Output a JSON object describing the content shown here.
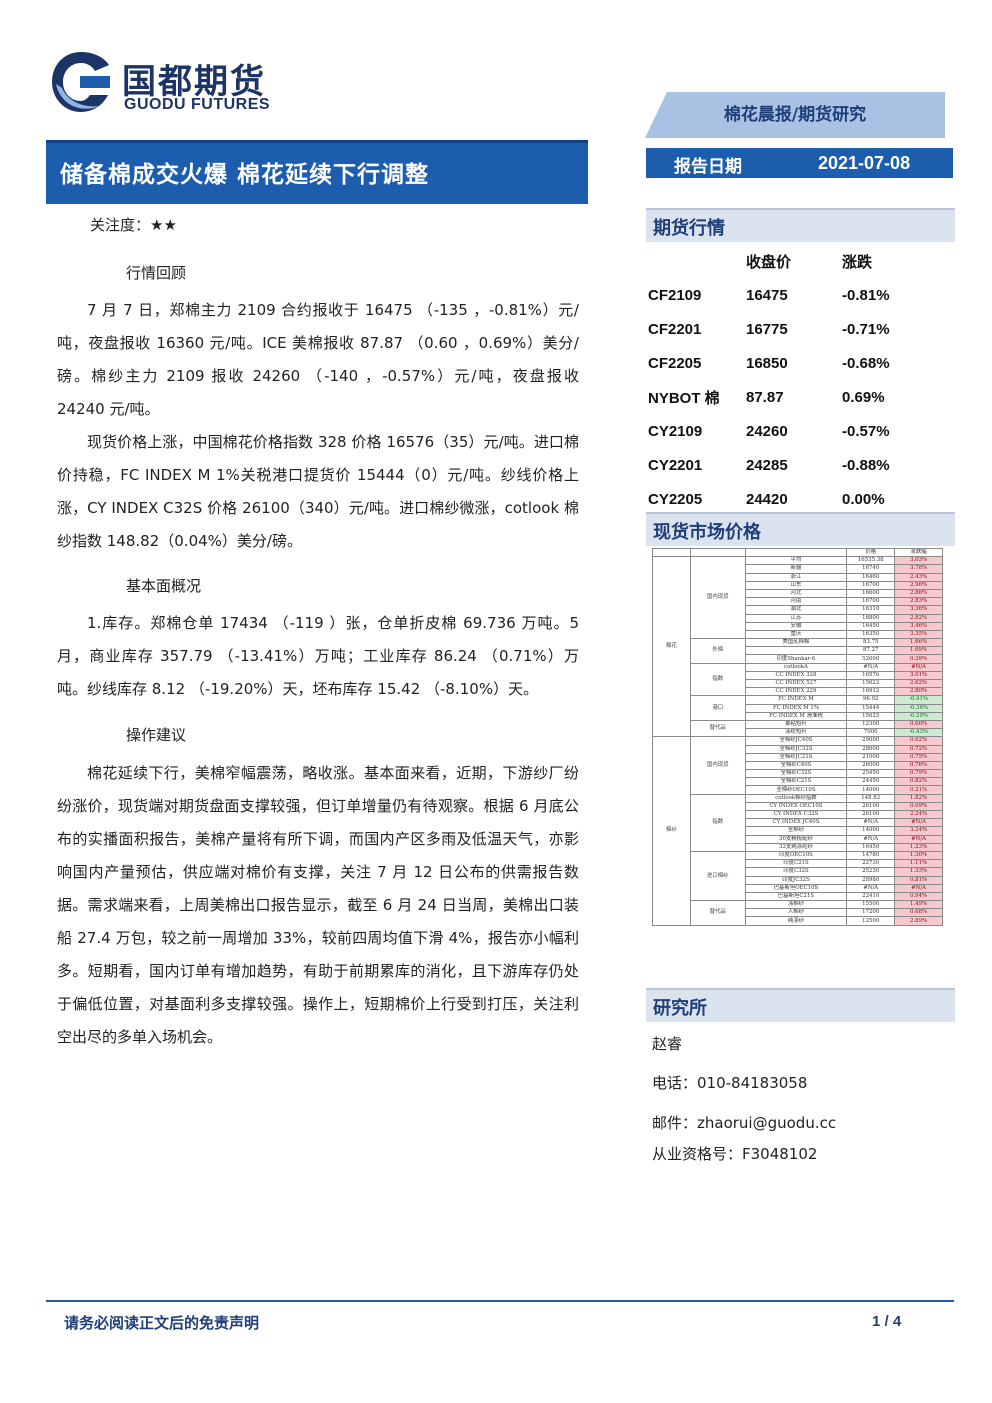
{
  "header": {
    "logo_cn": "国都期货",
    "logo_en": "GUODU FUTURES",
    "category": "棉花晨报/期货研究",
    "title": "储备棉成交火爆 棉花延续下行调整",
    "date_label": "报告日期",
    "date_value": "2021-07-08"
  },
  "colors": {
    "brand_blue": "#1d5dae",
    "light_blue_banner": "#a9c1e3",
    "pos_fill": "#f6c9cf",
    "neg_fill": "#cdebd1"
  },
  "body": {
    "attention": "关注度：★★",
    "market_review": {
      "heading": "行情回顾",
      "paragraphs": [
        "7 月 7 日，郑棉主力 2109 合约报收于 16475 （-135 ，-0.81%）元/吨，夜盘报收 16360 元/吨。ICE 美棉报收 87.87 （0.60 ，0.69%）美分/磅。棉纱主力 2109 报收 24260 （-140 ，-0.57%）元/吨，夜盘报收 24240 元/吨。",
        "现货价格上涨，中国棉花价格指数 328 价格 16576（35）元/吨。进口棉价持稳，FC INDEX M 1%关税港口提货价 15444（0）元/吨。纱线价格上涨，CY INDEX C32S 价格 26100（340）元/吨。进口棉纱微涨，cotlook 棉纱指数 148.82（0.04%）美分/磅。"
      ]
    },
    "fundamentals": {
      "heading": "基本面概况",
      "paragraph": "1.库存。郑棉仓单 17434 （-119 ）张，仓单折皮棉 69.736 万吨。5 月，商业库存 357.79 （-13.41%）万吨；工业库存 86.24 （0.71%）万吨。纱线库存 8.12 （-19.20%）天，坯布库存 15.42 （-8.10%）天。"
    },
    "advice": {
      "heading": "操作建议",
      "paragraph": "棉花延续下行，美棉窄幅震荡，略收涨。基本面来看，近期，下游纱厂纷纷涨价，现货端对期货盘面支撑较强，但订单增量仍有待观察。根据 6 月底公布的实播面积报告，美棉产量将有所下调，而国内产区多雨及低温天气，亦影响国内产量预估，供应端对棉价有支撑，关注 7 月 12 日公布的供需报告数据。需求端来看，上周美棉出口报告显示，截至 6 月 24 日当周，美棉出口装船 27.4 万包，较之前一周增加 33%，较前四周均值下滑 4%，报告亦小幅利多。短期看，国内订单有增加趋势，有助于前期累库的消化，且下游库存仍处于偏低位置，对基面利多支撑较强。操作上，短期棉价上行受到打压，关注利空出尽的多单入场机会。"
    }
  },
  "futures": {
    "heading": "期货行情",
    "col_close": "收盘价",
    "col_change": "涨跌",
    "rows": [
      {
        "code": "CF2109",
        "close": "16475",
        "change": "-0.81%"
      },
      {
        "code": "CF2201",
        "close": "16775",
        "change": "-0.71%"
      },
      {
        "code": "CF2205",
        "close": "16850",
        "change": "-0.68%"
      },
      {
        "code": "NYBOT 棉",
        "close": "87.87",
        "change": "0.69%"
      },
      {
        "code": "CY2109",
        "close": "24260",
        "change": "-0.57%"
      },
      {
        "code": "CY2201",
        "close": "24285",
        "change": "-0.88%"
      },
      {
        "code": "CY2205",
        "close": "24420",
        "change": "0.00%"
      }
    ]
  },
  "spot": {
    "heading": "现货市场价格",
    "col_price": "价格",
    "col_change": "涨跌幅",
    "groups": [
      {
        "name": "棉花",
        "subgroups": [
          {
            "name": "国内现货",
            "rows": [
              [
                "平均",
                "16535.38",
                "3.03%"
              ],
              [
                "新疆",
                "16740",
                "3.78%"
              ],
              [
                "浙江",
                "16460",
                "2.43%"
              ],
              [
                "山东",
                "16700",
                "2.96%"
              ],
              [
                "河北",
                "16600",
                "2.86%"
              ],
              [
                "河南",
                "16700",
                "2.83%"
              ],
              [
                "湖北",
                "16310",
                "3.36%"
              ],
              [
                "江苏",
                "16800",
                "2.82%"
              ],
              [
                "安徽",
                "16450",
                "3.46%"
              ],
              [
                "重庆",
                "16350",
                "3.35%"
              ]
            ]
          },
          {
            "name": "外棉",
            "rows": [
              [
                "美国轧棉棉",
                "83.75",
                "1.66%"
              ],
              [
                "",
                "87.27",
                "1.69%"
              ],
              [
                "印度Shankar-6",
                "52000",
                "0.39%"
              ]
            ]
          },
          {
            "name": "指数",
            "rows": [
              [
                "cotlookA",
                "#N/A",
                "#N/A"
              ],
              [
                "CC INDEX 328",
                "16576",
                "3.01%"
              ],
              [
                "CC INDEX 527",
                "15622",
                "2.62%"
              ],
              [
                "CC INDEX 229",
                "16912",
                "2.80%"
              ]
            ]
          },
          {
            "name": "港口",
            "rows": [
              [
                "FC INDEX M",
                "96.92",
                "-0.41%"
              ],
              [
                "FC INDEX M 1%",
                "15444",
                "-0.36%"
              ],
              [
                "FC INDEX M 滑准税",
                "15625",
                "-0.29%"
              ]
            ]
          },
          {
            "name": "替代品",
            "rows": [
              [
                "暴粘短纤",
                "12300",
                "0.00%"
              ],
              [
                "涤纶短纤",
                "7000",
                "-0.43%"
              ]
            ]
          }
        ]
      },
      {
        "name": "棉纱",
        "subgroups": [
          {
            "name": "国内现货",
            "rows": [
              [
                "全棉纱JC40S",
                "29000",
                "0.62%"
              ],
              [
                "全棉纱JC32S",
                "28000",
                "0.72%"
              ],
              [
                "全棉纱JC21S",
                "21000",
                "0.75%"
              ],
              [
                "全棉纱C40S",
                "26000",
                "0.76%"
              ],
              [
                "全棉纱C32S",
                "25450",
                "0.79%"
              ],
              [
                "全棉纱C21S",
                "24450",
                "0.82%"
              ],
              [
                "全棉纱OEC10S",
                "14000",
                "0.21%"
              ]
            ]
          },
          {
            "name": "指数",
            "rows": [
              [
                "cotlook棉纱指数",
                "148.82",
                "1.82%"
              ],
              [
                "CY INDEX OEC10S",
                "26100",
                "0.09%"
              ],
              [
                "CY INDEX C32S",
                "26100",
                "2.24%"
              ],
              [
                "CY INDEX JC40S",
                "#N/A",
                "#N/A"
              ],
              [
                "全棉纱",
                "14000",
                "3.24%"
              ],
              [
                "30支精梳配纱",
                "#N/A",
                "#N/A"
              ],
              [
                "32支纯涤纶纱",
                "16450",
                "1.23%"
              ]
            ]
          },
          {
            "name": "进口棉纱",
            "rows": [
              [
                "印度OEC10S",
                "14780",
                "1.30%"
              ],
              [
                "印度C21S",
                "22730",
                "1.11%"
              ],
              [
                "印度C32S",
                "25230",
                "1.33%"
              ],
              [
                "印度JC32S",
                "28980",
                "0.81%"
              ],
              [
                "巴基斯坦OEC10S",
                "#N/A",
                "#N/A"
              ],
              [
                "巴基斯坦C21S",
                "22410",
                "0.94%"
              ]
            ]
          },
          {
            "name": "替代品",
            "rows": [
              [
                "涤棉纱",
                "15500",
                "1.49%"
              ],
              [
                "人棉纱",
                "17200",
                "0.68%"
              ],
              [
                "纯涤纱",
                "12500",
                "2.89%"
              ]
            ]
          }
        ]
      }
    ]
  },
  "research": {
    "heading": "研究所",
    "name": "赵睿",
    "phone": "电话：010-84183058",
    "email": "邮件：zhaorui@guodu.cc",
    "license": "从业资格号：F3048102"
  },
  "footer": {
    "disclaimer": "请务必阅读正文后的免责声明",
    "page": "1 / 4"
  }
}
